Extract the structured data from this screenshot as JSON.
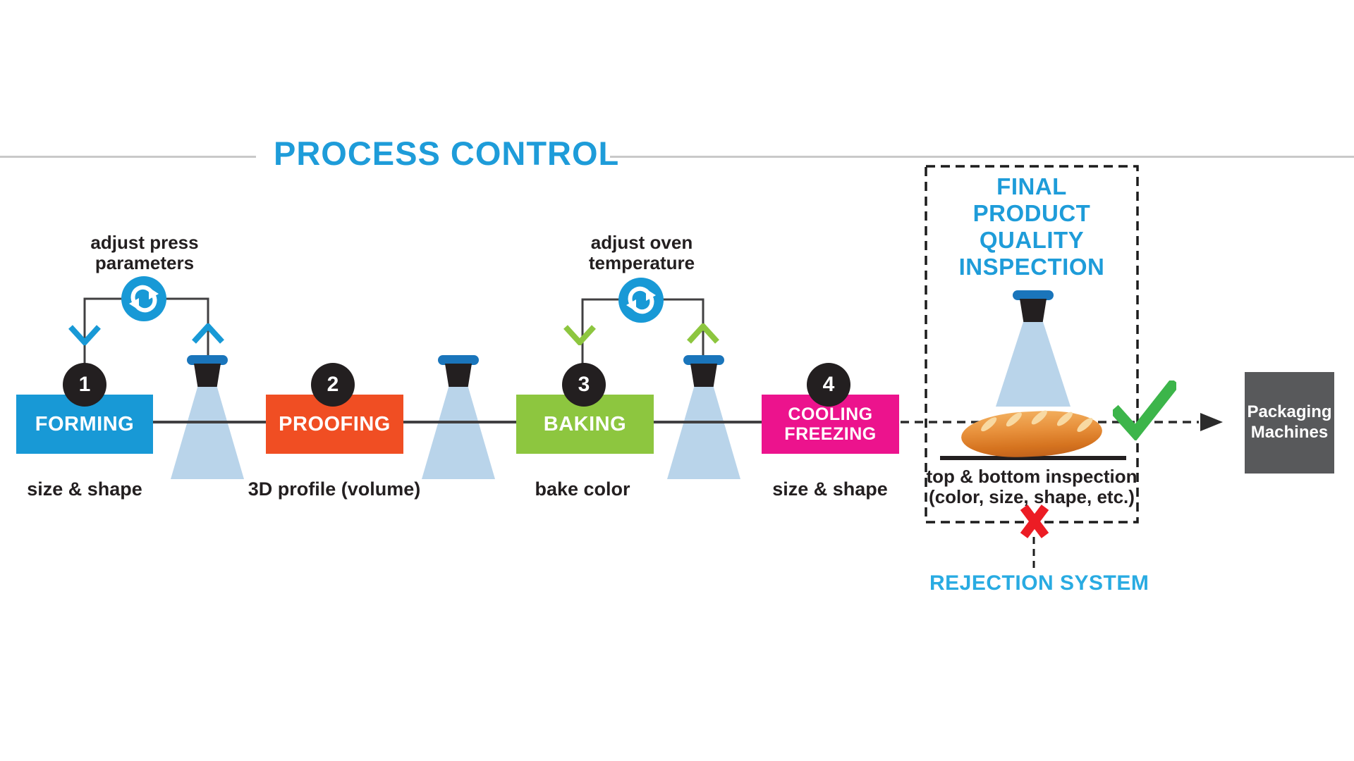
{
  "title": "PROCESS CONTROL",
  "stages": [
    {
      "number": "1",
      "label": "FORMING",
      "metric": "size & shape",
      "color": "#1899d6"
    },
    {
      "number": "2",
      "label": "PROOFING",
      "metric": "3D profile (volume)",
      "color": "#f04e23"
    },
    {
      "number": "3",
      "label": "BAKING",
      "metric": "bake color",
      "color": "#8dc63f"
    },
    {
      "number": "4",
      "label": "COOLING FREEZING",
      "metric": "size & shape",
      "color": "#ec138d"
    }
  ],
  "feedback_loops": [
    {
      "label_line1": "adjust press",
      "label_line2": "parameters",
      "arrow_color": "#1899d6"
    },
    {
      "label_line1": "adjust oven",
      "label_line2": "temperature",
      "arrow_color": "#8dc63f"
    }
  ],
  "inspection": {
    "title_line1": "FINAL",
    "title_line2": "PRODUCT",
    "title_line3": "QUALITY",
    "title_line4": "INSPECTION",
    "note_line1": "top & bottom inspection",
    "note_line2": "(color, size, shape, etc.)"
  },
  "rejection_label": "REJECTION SYSTEM",
  "packaging": {
    "line1": "Packaging",
    "line2": "Machines"
  },
  "colors": {
    "accent_blue": "#1e9cd9",
    "light_blue_text": "#29abe2",
    "camera_cap_blue": "#1a75bb",
    "light_cone": "#b9d4ea",
    "circle_black": "#231f20",
    "check_green": "#3cb54a",
    "reject_red": "#ec1c24",
    "packaging_gray": "#58595b",
    "line_gray": "#414042"
  },
  "icons": {
    "sync": "circular-arrows-icon",
    "camera": "inspection-camera-icon",
    "down_arrow": "chevron-down-arrow-icon",
    "up_arrow": "chevron-up-arrow-icon",
    "check": "pass-check-icon",
    "x": "reject-x-icon",
    "arrowhead": "flow-arrowhead-icon",
    "bread": "bread-loaf-image"
  }
}
